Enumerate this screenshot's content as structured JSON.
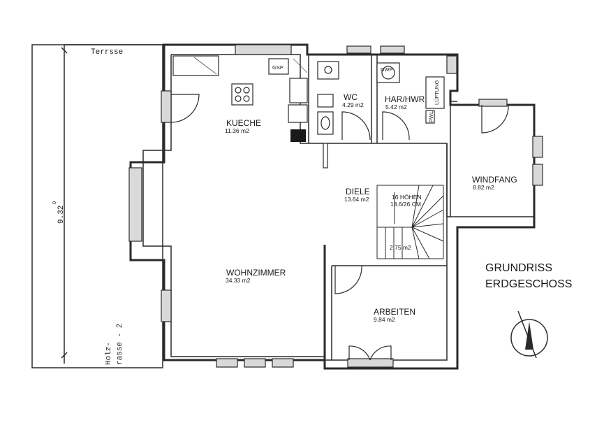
{
  "terrace": {
    "label": "Terrsse",
    "dimension": "9.32",
    "dimension_sup": "0",
    "side_line1": "Holz-",
    "side_line2": "rasse - 2"
  },
  "title": {
    "line1": "GRUNDRISS",
    "line2": "ERDGESCHOSS"
  },
  "rooms": [
    {
      "name": "KUECHE",
      "area": "11.36 m2"
    },
    {
      "name": "WC",
      "area": "4.29 m2"
    },
    {
      "name": "HAR/HWR",
      "area": "5.42 m2"
    },
    {
      "name": "WINDFANG",
      "area": "8.82 m2"
    },
    {
      "name": "DIELE",
      "area": "13.64 m2"
    },
    {
      "name": "WOHNZIMMER",
      "area": "34.33 m2"
    },
    {
      "name": "ARBEITEN",
      "area": "9.84 m2"
    }
  ],
  "fixtures": {
    "gsp": "GSP",
    "dwp": "DWP",
    "luftung": "LÜFTUNG",
    "pwl": "PWL"
  },
  "stairs": {
    "line1": "16 HÖHEN",
    "line2": "18.6/26 CM",
    "area": "2.75 m2"
  }
}
